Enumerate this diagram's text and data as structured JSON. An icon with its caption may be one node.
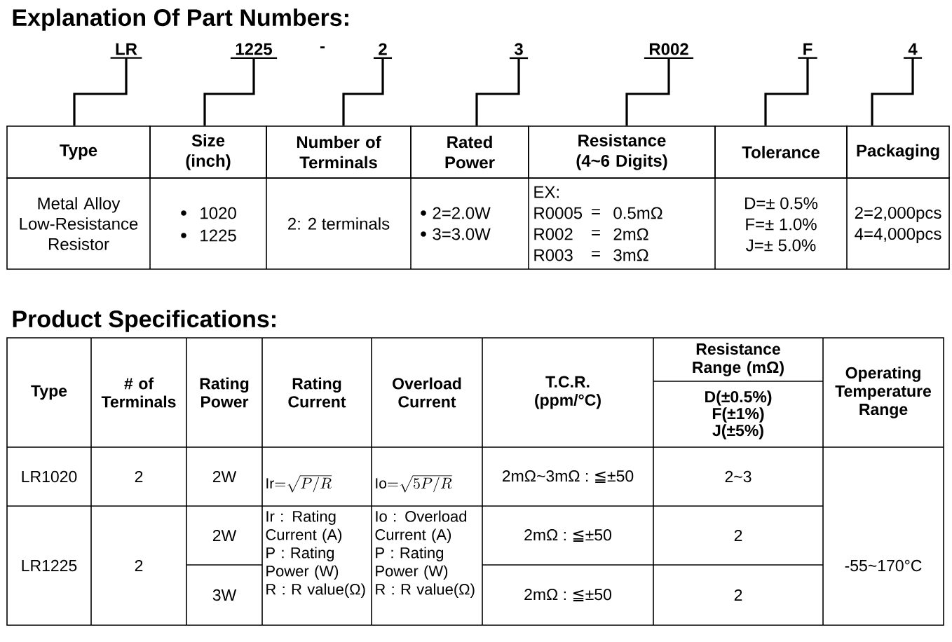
{
  "diagram": {
    "title": "Explanation Of Part Numbers:",
    "nodes": [
      {
        "text": [
          "LR"
        ]
      },
      {
        "text": [
          "1225"
        ]
      },
      {
        "text": [
          "2"
        ]
      },
      {
        "text": [
          "3"
        ]
      },
      {
        "text": [
          "R002"
        ]
      },
      {
        "text": [
          "F"
        ]
      },
      {
        "text": [
          "4"
        ]
      },
      {
        "text": [
          "Type"
        ]
      },
      {
        "text": [
          "Size (inch)"
        ]
      },
      {
        "text": [
          "Number of Terminals"
        ]
      },
      {
        "text": [
          "Rated Power"
        ]
      },
      {
        "text": [
          "Resistance (4~6 Digits)"
        ]
      },
      {
        "text": [
          "Tolerance"
        ]
      },
      {
        "text": [
          "Packaging"
        ]
      }
    ],
    "edges": [
      {
        "from": 0,
        "to": 7,
        "arrow": "none"
      },
      {
        "from": 1,
        "to": 8,
        "arrow": "none"
      },
      {
        "from": 2,
        "to": 9,
        "arrow": "none"
      },
      {
        "from": 3,
        "to": 10,
        "arrow": "none"
      },
      {
        "from": 4,
        "to": 11,
        "arrow": "none"
      },
      {
        "from": 5,
        "to": 12,
        "arrow": "none"
      },
      {
        "from": 6,
        "to": 13,
        "arrow": "none"
      }
    ],
    "labels": [
      "-",
      "Metal Alloy Low-Resistance Resistor",
      "1020",
      "1225",
      "2: 2 terminals",
      "2=2.0W",
      "3=3.0W",
      "EX:",
      "R0005",
      "=",
      "0.5mΩ",
      "R002",
      "=",
      "2mΩ",
      "R003",
      "=",
      "3mΩ",
      "D=± 0.5%",
      "F=± 1.0%",
      "J=± 5.0%",
      "2=2,000pcs",
      "4=4,000pcs",
      "Product Specifications:",
      "Type",
      "# of Terminals",
      "Rating Power",
      "Rating Current",
      "Overload Current",
      "T.C.R. (ppm/°C)",
      "Resistance Range (mΩ)",
      "Operating Temperature Range",
      "D(±0.5%) F(±1%) J(±5%)",
      "LR1020",
      "2",
      "2W",
      "\\mathrm{Ir}{=}\\sqrt{P/R}",
      "\\mathrm{Io}{=}\\sqrt{5P/R}",
      "2mΩ~3mΩ : ≦±50",
      "2~3",
      "Ir : Rating Current (A)",
      "Io : Overload Current (A)",
      "2W",
      "2mΩ : ≦±50",
      "2",
      "P : Rating Power (W)",
      "P : Rating Power (W)",
      "LR1225",
      "2",
      "-55~170°C",
      "3W",
      "R : R value(Ω)",
      "R : R value(Ω)",
      "2mΩ : ≦±50",
      "2"
    ]
  }
}
